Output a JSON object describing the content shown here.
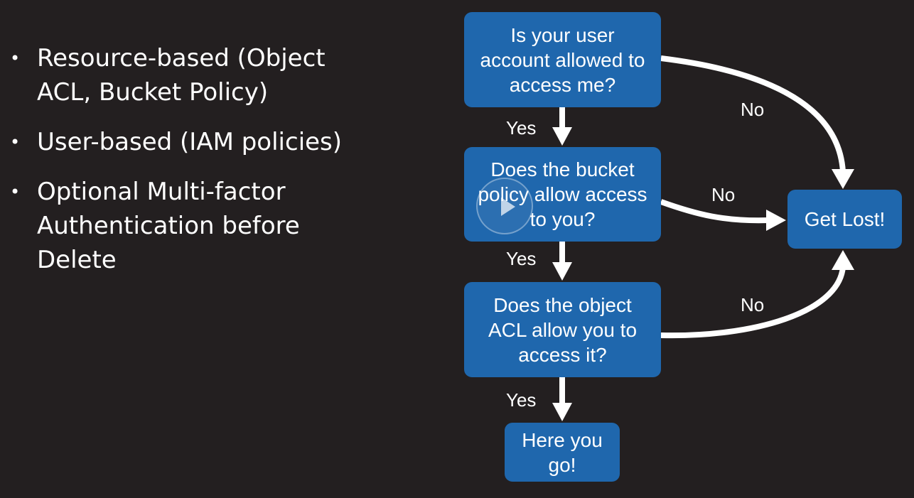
{
  "bullets": [
    {
      "marker": "•",
      "lines": [
        "Resource-based (Object",
        "ACL, Bucket Policy)"
      ]
    },
    {
      "marker": "•",
      "lines": [
        "User-based (IAM policies)"
      ]
    },
    {
      "marker": "•",
      "lines": [
        "Optional Multi-factor",
        "Authentication before",
        "Delete"
      ]
    }
  ],
  "flowchart": {
    "nodes": {
      "user_check": {
        "lines": [
          "Is your user",
          "account allowed to",
          "access me?"
        ]
      },
      "bucket_check": {
        "lines": [
          "Does the bucket",
          "policy allow access",
          "to you?"
        ]
      },
      "acl_check": {
        "lines": [
          "Does the object",
          "ACL allow you to",
          "access it?"
        ]
      },
      "granted": {
        "lines": [
          "Here you",
          "go!"
        ]
      },
      "denied": {
        "lines": [
          "Get Lost!"
        ]
      }
    },
    "edges": {
      "user_yes": "Yes",
      "bucket_yes": "Yes",
      "acl_yes": "Yes",
      "user_no": "No",
      "bucket_no": "No",
      "acl_no": "No"
    },
    "colors": {
      "box": "#1f67ad",
      "arrow": "#ffffff",
      "background": "#231f20"
    }
  },
  "video_overlay": {
    "icon": "play-icon"
  }
}
